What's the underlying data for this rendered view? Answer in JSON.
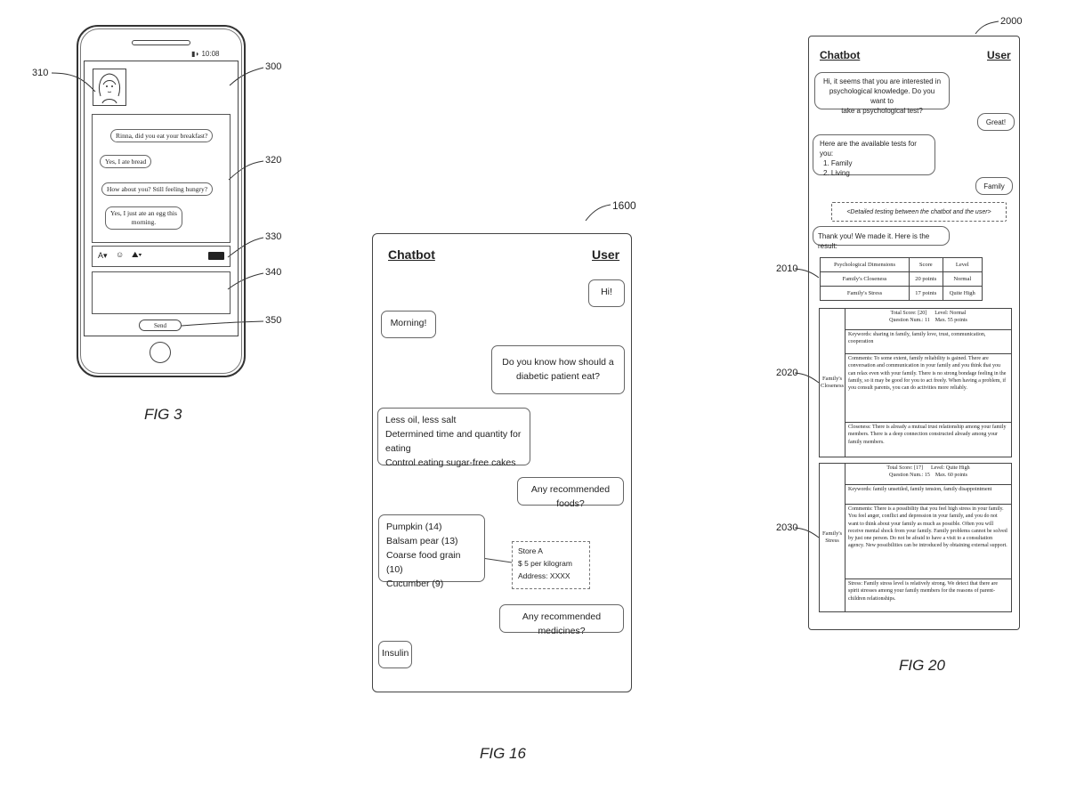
{
  "fig3": {
    "caption": "FIG 3",
    "refs": {
      "r310": "310",
      "r300": "300",
      "r320": "320",
      "r330": "330",
      "r340": "340",
      "r350": "350"
    },
    "status_time": "10:08",
    "messages": [
      "Rinna, did you eat your breakfast?",
      "Yes, I ate bread",
      "How about you? Still feeling hungry?",
      "Yes, I just ate an egg this",
      "morning."
    ],
    "toolbar_font": "A",
    "send_label": "Send"
  },
  "fig16": {
    "caption": "FIG 16",
    "ref": "1600",
    "chatbot_label": "Chatbot",
    "user_label": "User",
    "m1": "Hi!",
    "m2": "Morning!",
    "m3a": "Do you know how should a",
    "m3b": "diabetic patient eat?",
    "m4a": "Less oil, less salt",
    "m4b": "Determined time and quantity for eating",
    "m4c": "Control eating sugar-free cakes",
    "m5": "Any recommended foods?",
    "m6a": "Pumpkin (14)",
    "m6b": "Balsam pear (13)",
    "m6c": "Coarse food grain (10)",
    "m6d": "Cucumber (9)",
    "store_a": "Store A",
    "store_b": "$ 5 per kilogram",
    "store_c": "Address: XXXX",
    "m7": "Any recommended medicines?",
    "m8": "Insulin"
  },
  "fig20": {
    "caption": "FIG 20",
    "refs": {
      "r2000": "2000",
      "r2010": "2010",
      "r2020": "2020",
      "r2030": "2030"
    },
    "chatbot_label": "Chatbot",
    "user_label": "User",
    "m1a": "Hi, it seems that you are interested in",
    "m1b": "psychological knowledge. Do you want to",
    "m1c": "take a psychological test?",
    "m2": "Great!",
    "m3a": "Here are the available tests for you:",
    "m3b": "1. Family",
    "m3c": "2. Living",
    "m4": "Family",
    "m5": "<Detailed testing between the chatbot and the user>",
    "m6": "Thank you! We made it. Here is the result:",
    "table": {
      "headers": [
        "Psychological Dimensions",
        "Score",
        "Level"
      ],
      "rows": [
        [
          "Family's Closeness",
          "20 points",
          "Normal"
        ],
        [
          "Family's Stress",
          "17 points",
          "Quite High"
        ]
      ]
    },
    "closeness": {
      "label1": "Family's",
      "label2": "Closeness",
      "score1": "Total Score: [20]      Level: Normal",
      "score2": "Question Num.: 11    Max. 55 points",
      "keywords": "Keywords: sharing in family, family love, trust, communication, cooperation",
      "comments": "Comments: To some extent, family reliability is gained. There are conversation and communication in your family and you think that you can relax even with your family. There is no strong bondage feeling in the family, so it may be good for you to act freely. When having a problem, if you consult parents, you can do activities more reliably.",
      "closeness_note": "Closeness: There is already a mutual trust relationship among your family members. There is a deep connection constructed already among your family members."
    },
    "stress": {
      "label1": "Family's",
      "label2": "Stress",
      "score1": "Total Score: [17]      Level: Quite High",
      "score2": "Question Num.: 15    Max. 60 points",
      "keywords": "Keywords: family unsettled, family tension, family disappointment",
      "comments": "Comments: There is a possibility that you feel high stress in your family. You feel anger, conflict and depression in your family, and you do not want to think about your family as much as possible. Often you will receive mental shock from your family. Family problems cannot be solved by just one person. Do not be afraid to have a visit to a consultation agency. New possibilities can be introduced by obtaining external support.",
      "stress_note": "Stress: Family stress level is relatively strong. We detect that there are spirit stresses among your family members for the reasons of parent-children relationships."
    }
  }
}
